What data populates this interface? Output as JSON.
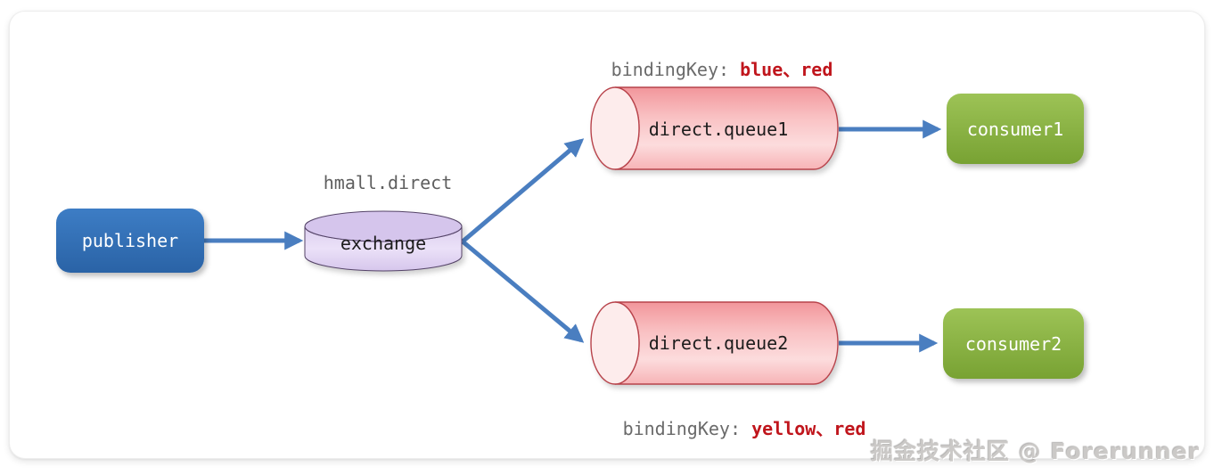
{
  "diagram": {
    "publisher": {
      "label": "publisher"
    },
    "exchange": {
      "label": "exchange",
      "caption": "hmall.direct"
    },
    "queues": [
      {
        "label": "direct.queue1",
        "binding_prefix": "bindingKey: ",
        "binding_keys": "blue、red"
      },
      {
        "label": "direct.queue2",
        "binding_prefix": "bindingKey: ",
        "binding_keys": "yellow、red"
      }
    ],
    "consumers": [
      {
        "label": "consumer1"
      },
      {
        "label": "consumer2"
      }
    ]
  },
  "watermark": "掘金技术社区 @ Forerunner",
  "colors": {
    "publisher_blue": "#2f6cb3",
    "consumer_green": "#86ad3f",
    "queue_pink_body": "#f9bcbf",
    "queue_pink_cap": "#fdecec",
    "queue_stroke_red": "#b8434b",
    "exchange_purple_body": "#e6dbf5",
    "exchange_purple_top": "#d5c5ec",
    "exchange_stroke": "#554468",
    "arrow_blue": "#4a7ec0",
    "binding_key_red": "#c0151c",
    "label_gray": "#6a6a6a"
  }
}
